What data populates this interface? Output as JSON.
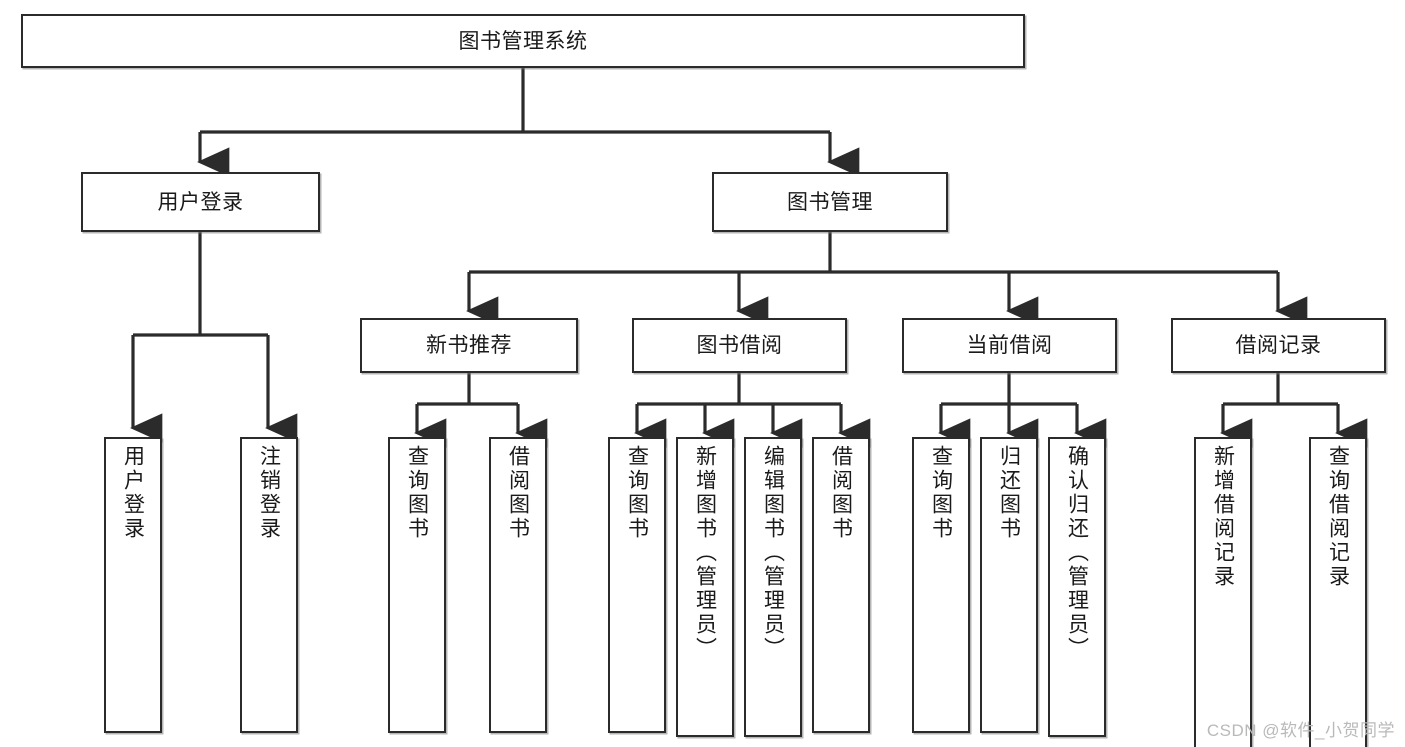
{
  "diagram": {
    "title": "图书管理系统",
    "type": "tree-hierarchy-chart",
    "root": {
      "label": "图书管理系统"
    },
    "level2": [
      {
        "label": "用户登录"
      },
      {
        "label": "图书管理"
      }
    ],
    "level3": [
      {
        "label": "新书推荐"
      },
      {
        "label": "图书借阅"
      },
      {
        "label": "当前借阅"
      },
      {
        "label": "借阅记录"
      }
    ],
    "leaves": {
      "user_login": [
        {
          "label": "用户登录"
        },
        {
          "label": "注销登录"
        }
      ],
      "new_book": [
        {
          "label": "查询图书"
        },
        {
          "label": "借阅图书"
        }
      ],
      "book_borrow": [
        {
          "label": "查询图书"
        },
        {
          "label": "新增图书（管理员）"
        },
        {
          "label": "编辑图书（管理员）"
        },
        {
          "label": "借阅图书"
        }
      ],
      "current_borrow": [
        {
          "label": "查询图书"
        },
        {
          "label": "归还图书"
        },
        {
          "label": "确认归还（管理员）"
        }
      ],
      "borrow_record": [
        {
          "label": "新增借阅记录"
        },
        {
          "label": "查询借阅记录"
        }
      ]
    }
  },
  "watermark": {
    "text": "CSDN @软件_小贺同学"
  },
  "colors": {
    "stroke": "#2b2b2b",
    "fill": "#ffffff",
    "text": "#1a1a1a",
    "watermark": "#b9b9b9"
  }
}
